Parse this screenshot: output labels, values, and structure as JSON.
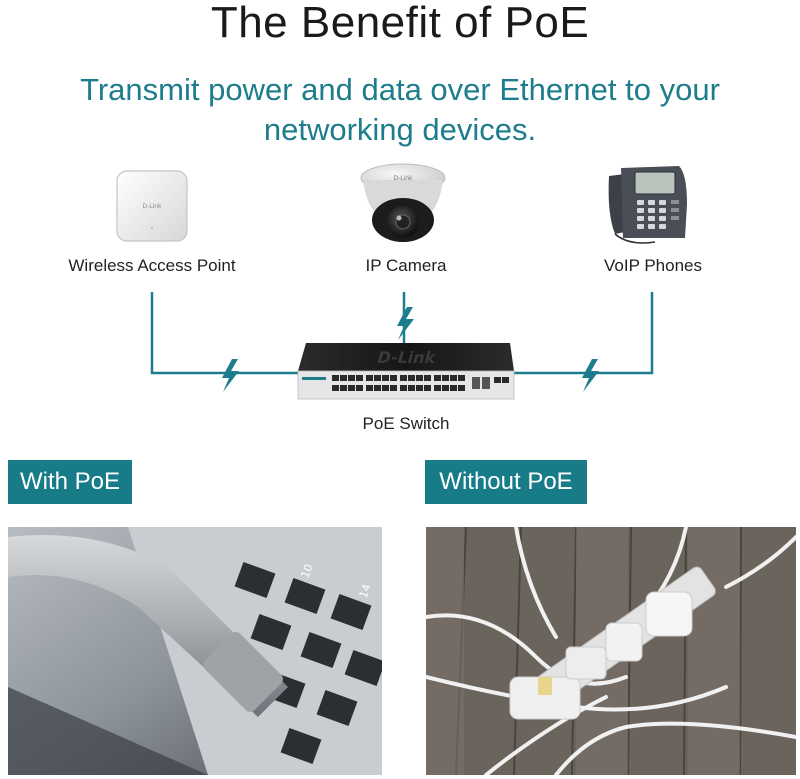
{
  "title": "The Benefit of PoE",
  "subtitle": "Transmit power and data over Ethernet to your networking devices.",
  "devices": {
    "access_point": "Wireless Access Point",
    "camera": "IP Camera",
    "phone": "VoIP Phones",
    "switch": "PoE Switch"
  },
  "branding": {
    "ap_logo": "D-Link",
    "camera_logo": "D-Link",
    "switch_logo": "D-Link",
    "switch_port_labels": [
      "14",
      "10"
    ]
  },
  "comparison": {
    "with_label": "With PoE",
    "without_label": "Without PoE"
  },
  "colors": {
    "accent": "#177b88",
    "line": "#1d7d8c"
  },
  "icons": [
    "lightning-bolt-icon"
  ]
}
